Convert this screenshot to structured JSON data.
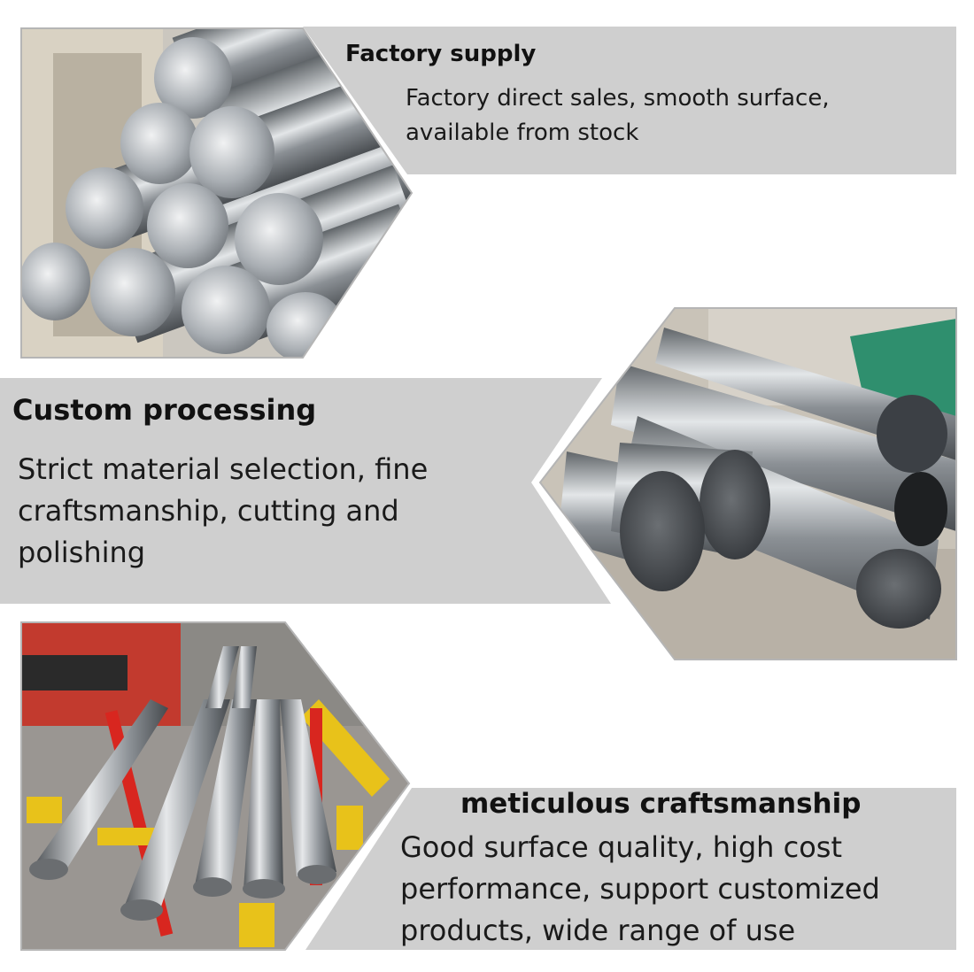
{
  "sections": [
    {
      "title": "Factory supply",
      "lines": [
        "Factory direct sales, smooth surface,",
        "available from stock"
      ]
    },
    {
      "title": "Custom processing",
      "lines": [
        "Strict material selection, fine",
        "craftsmanship, cutting and",
        "polishing"
      ]
    },
    {
      "title": "meticulous craftsmanship",
      "lines": [
        "Good surface quality, high cost",
        "performance, support customized",
        "products, wide range of use"
      ]
    }
  ],
  "colors": {
    "band": "#cfcfcf",
    "band_dark": "#bdbdbd",
    "steel": "#9aa0a6",
    "frame_red": "#d8261f",
    "frame_yellow": "#e8c21a"
  }
}
